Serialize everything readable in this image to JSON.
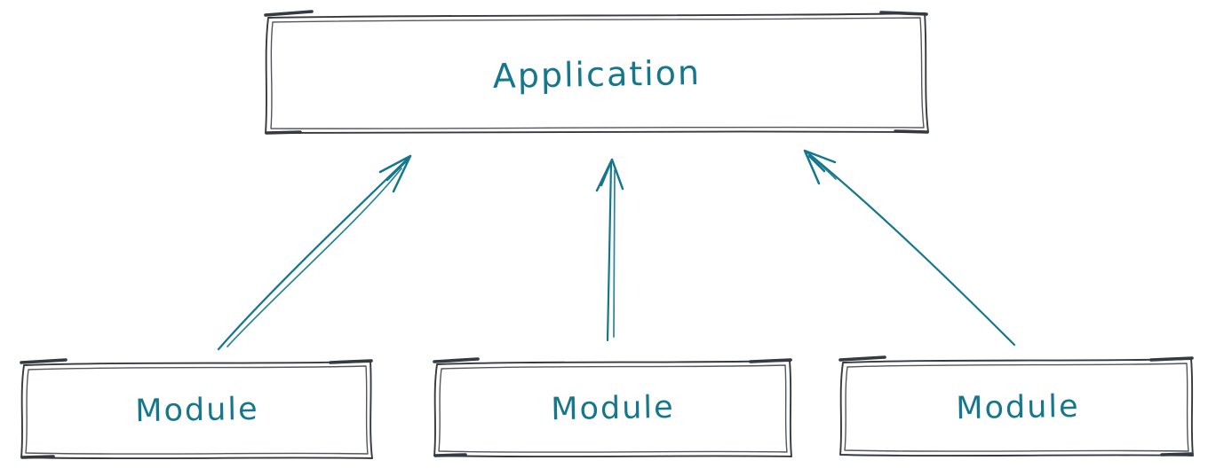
{
  "diagram": {
    "type": "dependency-diagram",
    "style": "hand-drawn-sketch",
    "nodes": {
      "application": {
        "label": "Application"
      },
      "modules": [
        {
          "label": "Module"
        },
        {
          "label": "Module"
        },
        {
          "label": "Module"
        }
      ]
    },
    "edges": [
      {
        "from": "module-left",
        "to": "application",
        "direction": "up"
      },
      {
        "from": "module-center",
        "to": "application",
        "direction": "up"
      },
      {
        "from": "module-right",
        "to": "application",
        "direction": "up"
      }
    ],
    "colors": {
      "box_stroke": "#343a40",
      "accent_teal": "#14778d",
      "background": "#ffffff"
    }
  }
}
